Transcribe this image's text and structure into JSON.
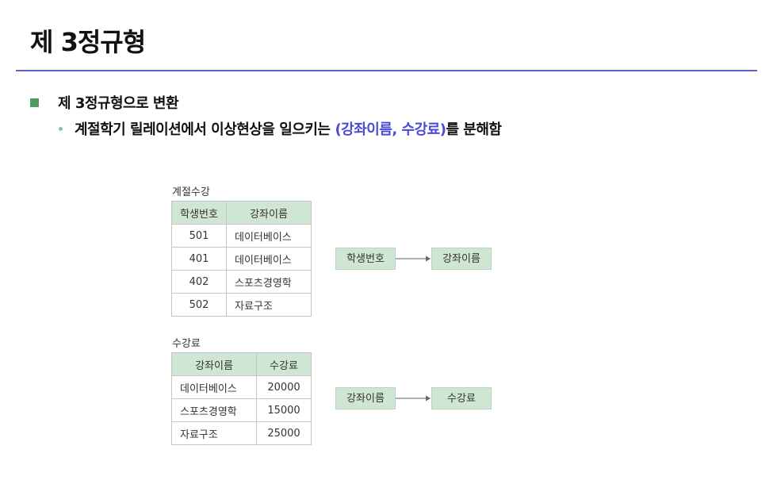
{
  "slide": {
    "title": "제 3정규형",
    "bullet1": "제 3정규형으로 변환",
    "bullet2_prefix": "계절학기 릴레이션에서 이상현상을 일으키는",
    "bullet2_highlight": "(강좌이름, 수강료)",
    "bullet2_suffix": "를 분해함"
  },
  "table1": {
    "caption": "계절수강",
    "headers": [
      "학생번호",
      "강좌이름"
    ],
    "rows": [
      [
        "501",
        "데이터베이스"
      ],
      [
        "401",
        "데이터베이스"
      ],
      [
        "402",
        "스포츠경영학"
      ],
      [
        "502",
        "자료구조"
      ]
    ]
  },
  "table2": {
    "caption": "수강료",
    "headers": [
      "강좌이름",
      "수강료"
    ],
    "rows": [
      [
        "데이터베이스",
        "20000"
      ],
      [
        "스포츠경영학",
        "15000"
      ],
      [
        "자료구조",
        "25000"
      ]
    ]
  },
  "fd1": {
    "from": "학생번호",
    "to": "강좌이름"
  },
  "fd2": {
    "from": "강좌이름",
    "to": "수강료"
  },
  "colors": {
    "accent_rule": "#5b62c9",
    "highlight_text": "#4a4ad6",
    "square_bullet": "#4e9a63",
    "header_fill": "#cfe6d4"
  }
}
